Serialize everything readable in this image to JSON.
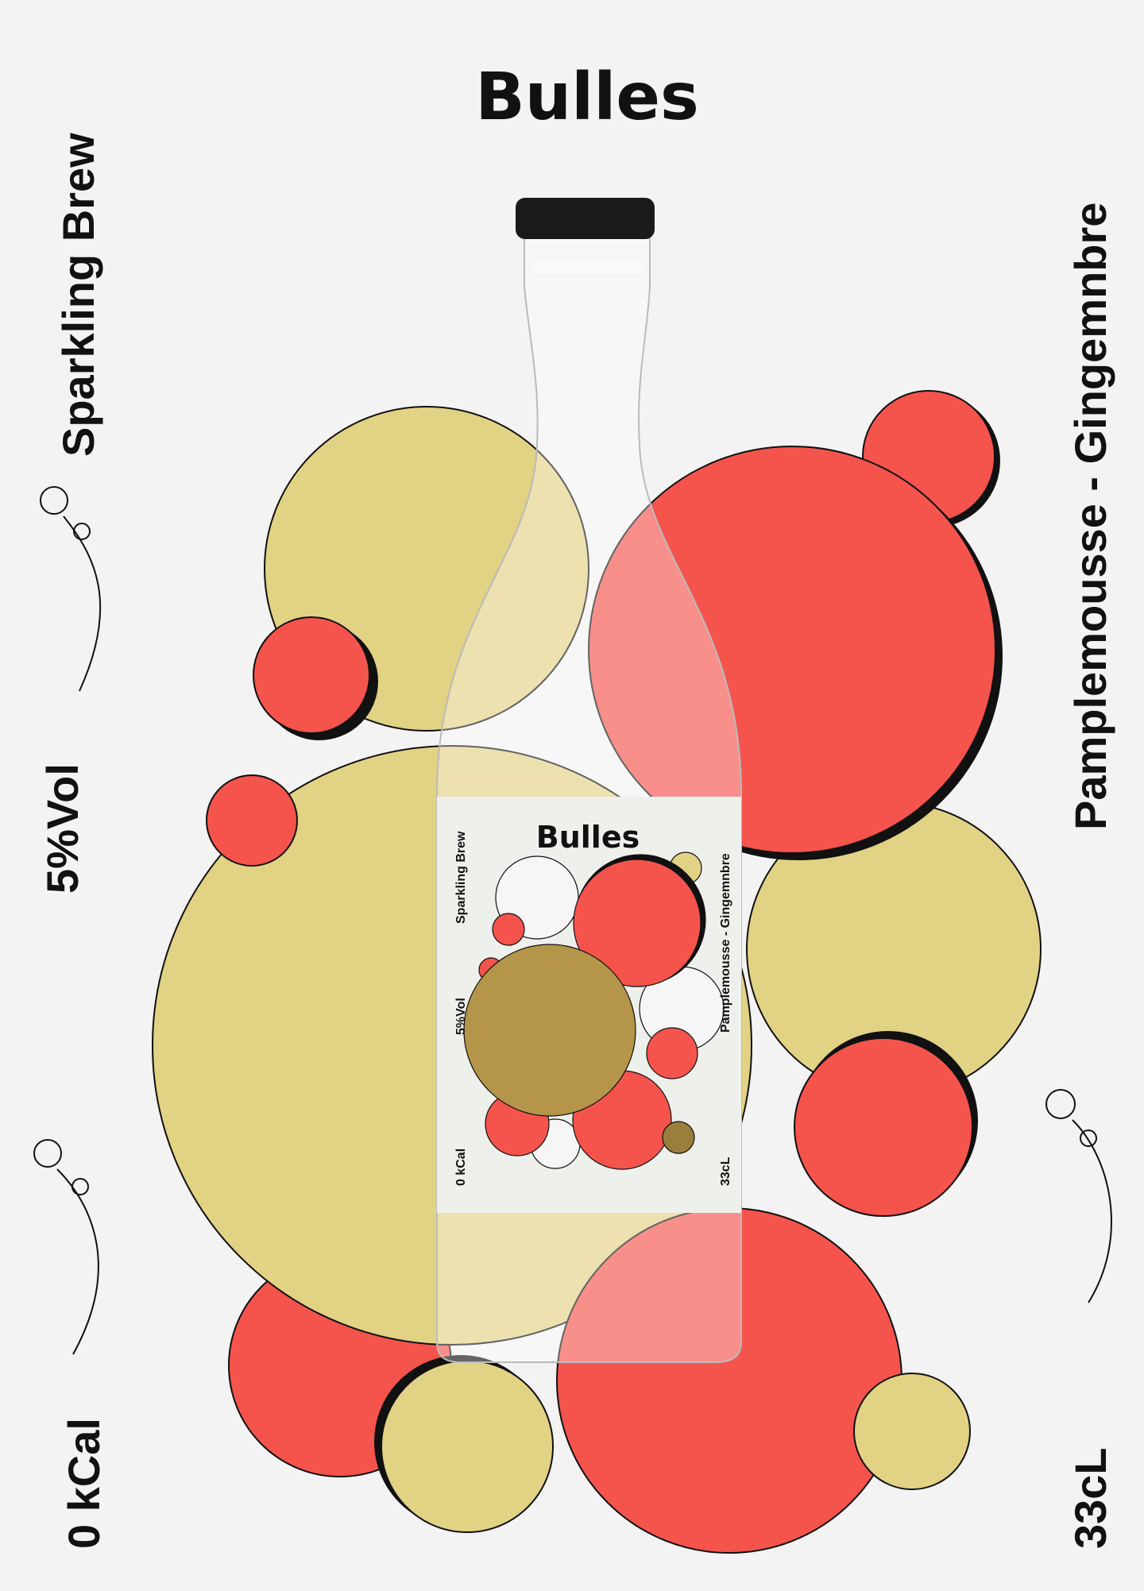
{
  "brand": "Bulles",
  "left_side": {
    "product_type": "Sparkling Brew",
    "alcohol": "5%Vol",
    "calories": "0 kCal"
  },
  "right_side": {
    "flavor": "Pamplemousse - Gingemnbre",
    "volume": "33cL"
  },
  "label": {
    "brand": "Bulles",
    "product_type": "Sparkling Brew",
    "alcohol": "5%Vol",
    "calories": "0 kCal",
    "flavor": "Pamplemousse - Gingemnbre",
    "volume": "33cL"
  },
  "colors": {
    "background": "#f3f3f3",
    "red": "#f4544c",
    "yellow": "#e2d284",
    "gold": "#b4954a",
    "label": "#eef0ec",
    "ink": "#111111"
  }
}
